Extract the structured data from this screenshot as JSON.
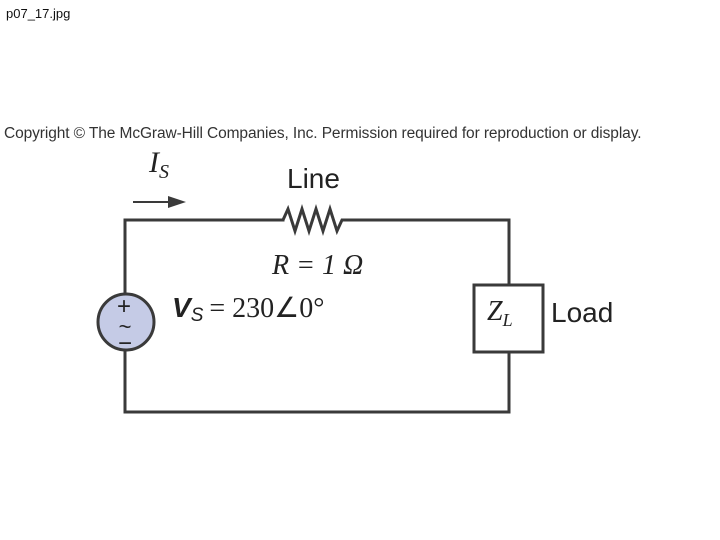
{
  "header": {
    "filename": "p07_17.jpg",
    "copyright": "Copyright © The McGraw-Hill Companies, Inc. Permission required for reproduction or display."
  },
  "diagram": {
    "current_label_main": "I",
    "current_label_sub": "S",
    "line_label": "Line",
    "resistor_label": "R = 1 Ω",
    "source_plus": "+",
    "source_tilde": "~",
    "source_minus": "−",
    "source_label_main": "V",
    "source_label_sub": "S",
    "source_value": "= 230∠0°",
    "load_label_main": "Z",
    "load_label_sub": "L",
    "load_label": "Load",
    "colors": {
      "wire": "#3a3a3a",
      "source_fill": "#c5cbe6",
      "text": "#222222"
    }
  }
}
